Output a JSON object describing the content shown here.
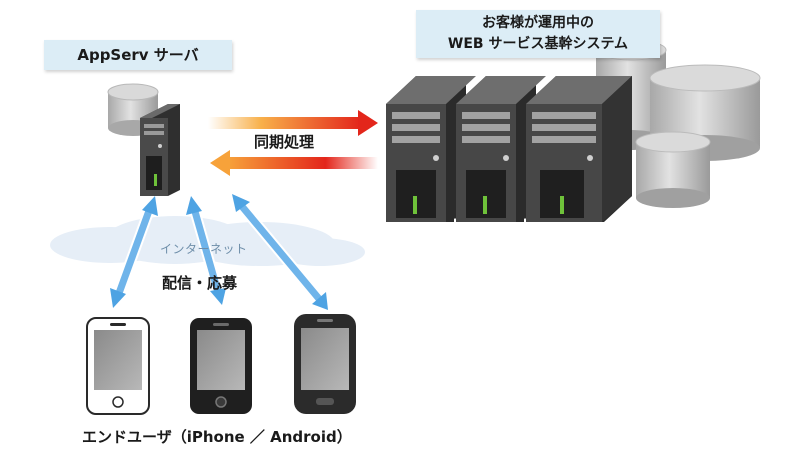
{
  "labels": {
    "appserv_server": "AppServ サーバ",
    "customer_line1": "お客様が運用中の",
    "customer_line2": "WEB サービス基幹システム",
    "sync": "同期処理",
    "internet": "インターネット",
    "deliver_apply": "配信・応募",
    "end_users": "エンドユーザ（iPhone ／ Android）"
  },
  "colors": {
    "label_bg": "#dcedf6",
    "sync_arrow_right": "#e8341c",
    "sync_arrow_left": "#f7a23a",
    "blue_arrow": "#5aa9e6",
    "server_dark": "#3d3d3d",
    "server_light": "#6e6e6e",
    "db_gray": "#c8c8c8",
    "led_green": "#6fc23a",
    "cloud": "#e6eef7"
  },
  "icons": [
    "server-icon",
    "database-icon",
    "cloud-icon",
    "smartphone-icon",
    "sync-arrow-icon",
    "bidirectional-arrow-icon"
  ]
}
